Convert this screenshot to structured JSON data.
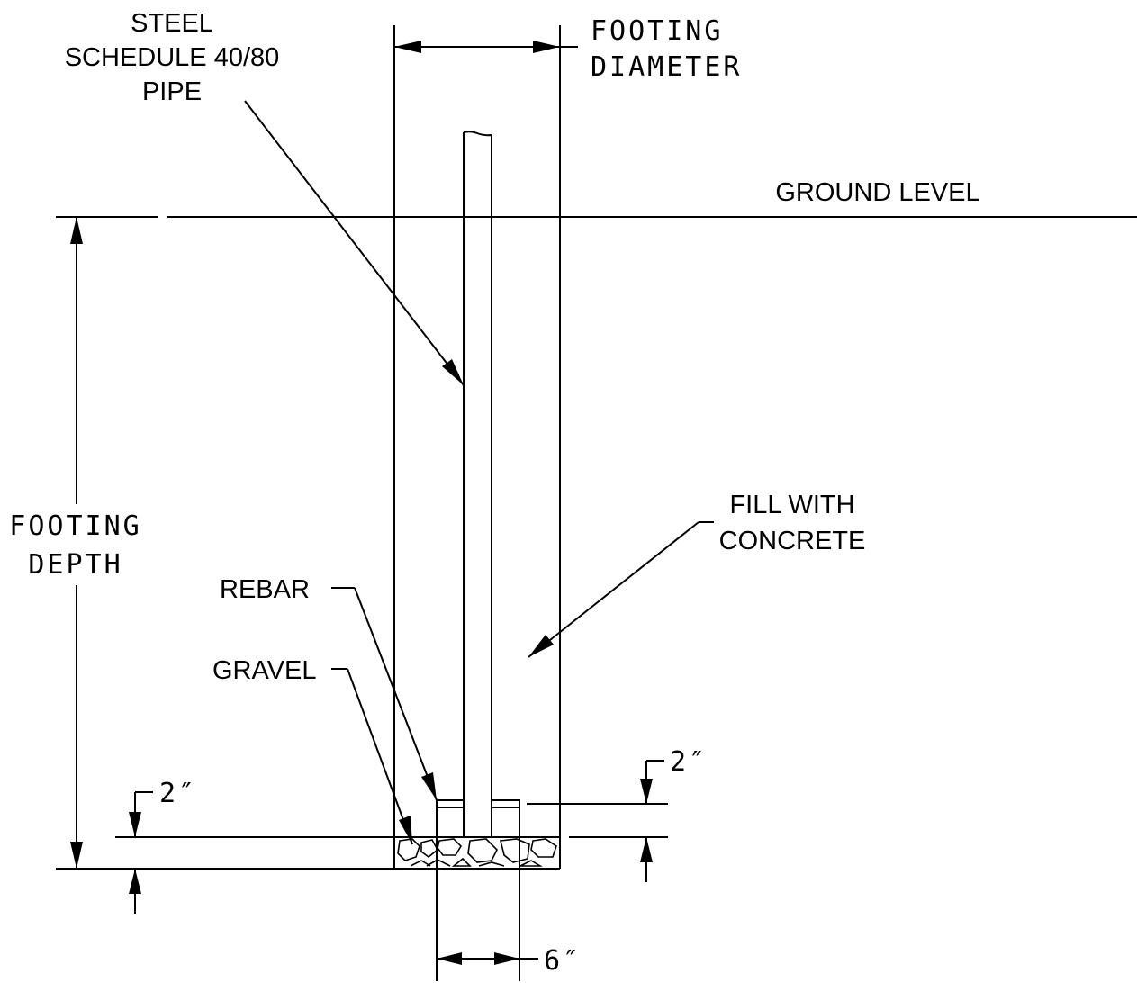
{
  "labels": {
    "pipe": [
      "STEEL",
      "SCHEDULE 40/80",
      "PIPE"
    ],
    "footing_diameter": [
      "FOOTING",
      "DIAMETER"
    ],
    "ground_level": "GROUND LEVEL",
    "footing_depth": [
      "FOOTING",
      "DEPTH"
    ],
    "fill": [
      "FILL WITH",
      "CONCRETE"
    ],
    "rebar": "REBAR",
    "gravel": "GRAVEL",
    "dim_rebar_offset": "2″",
    "dim_gravel_depth": "2″",
    "dim_rebar_width": "6″"
  }
}
